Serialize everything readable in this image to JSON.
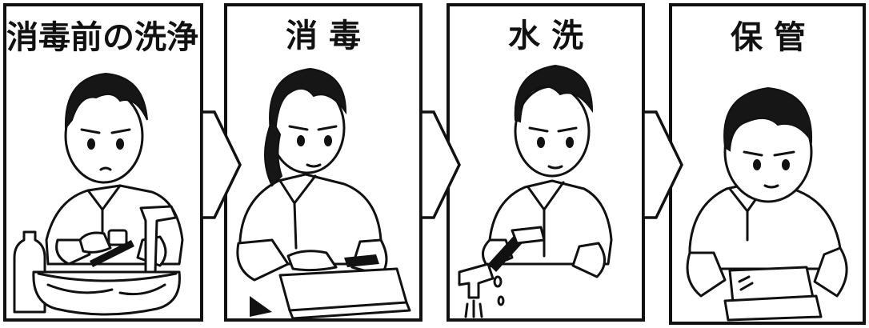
{
  "steps": [
    {
      "title": "消毒前の洗浄",
      "illustration": "person-washing-utensils-in-basin-icon"
    },
    {
      "title": "消 毒",
      "illustration": "person-disinfecting-cutting-board-icon"
    },
    {
      "title": "水 洗",
      "illustration": "person-rinsing-utensil-under-faucet-icon"
    },
    {
      "title": "保 管",
      "illustration": "person-storing-items-icon"
    }
  ],
  "connectors": [
    "arrow-right-icon",
    "arrow-right-icon",
    "arrow-right-icon"
  ],
  "colors": {
    "ink": "#111111",
    "background": "#ffffff"
  }
}
